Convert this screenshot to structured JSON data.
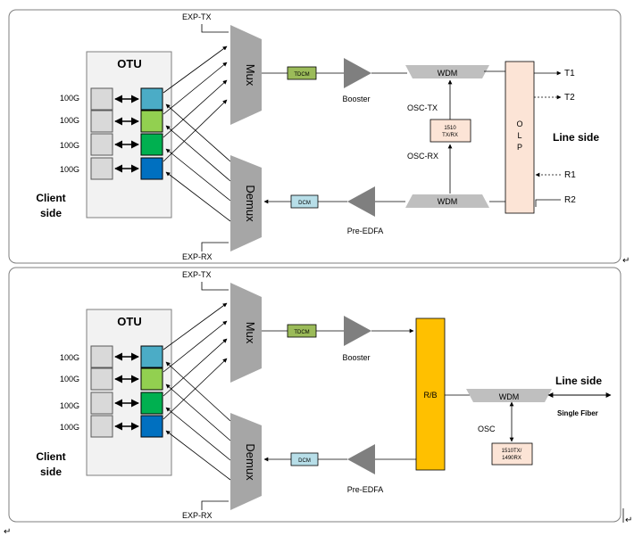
{
  "top": {
    "otu_title": "OTU",
    "client_side": [
      "Client",
      "side"
    ],
    "rates": [
      "100G",
      "100G",
      "100G",
      "100G"
    ],
    "exp_tx": "EXP-TX",
    "exp_rx": "EXP-RX",
    "mux": "Mux",
    "demux": "Demux",
    "tdcm": "TDCM",
    "dcm": "DCM",
    "booster": "Booster",
    "pre_edfa": "Pre-EDFA",
    "wdm_top": "WDM",
    "wdm_bottom": "WDM",
    "osc_tx": "OSC-TX",
    "osc_rx": "OSC-RX",
    "osc_box": [
      "1510",
      "TX/RX"
    ],
    "olp": [
      "O",
      "L",
      "P"
    ],
    "line_side": "Line side",
    "t1": "T1",
    "t2": "T2",
    "r1": "R1",
    "r2": "R2"
  },
  "bottom": {
    "otu_title": "OTU",
    "client_side": [
      "Client",
      "side"
    ],
    "rates": [
      "100G",
      "100G",
      "100G",
      "100G"
    ],
    "exp_tx": "EXP-TX",
    "exp_rx": "EXP-RX",
    "mux": "Mux",
    "demux": "Demux",
    "tdcm": "TDCM",
    "dcm": "DCM",
    "booster": "Booster",
    "pre_edfa": "Pre-EDFA",
    "rb": "R/B",
    "wdm": "WDM",
    "osc": "OSC",
    "osc_box": [
      "1510TX/",
      "1490RX"
    ],
    "line_side": "Line side",
    "single_fiber": "Single Fiber"
  },
  "colors": {
    "tile_blue": "#4bacc6",
    "tile_lightgreen": "#92d050",
    "tile_green": "#00b050",
    "tile_darkblue": "#0070c0",
    "gray_block": "#a6a6a6",
    "tdcm_fill": "#9bbb59",
    "dcm_fill": "#b7dee8",
    "olp_fill": "#fce4d6",
    "rb_fill": "#ffc000"
  },
  "icons": [
    "return-arrow-icon"
  ]
}
